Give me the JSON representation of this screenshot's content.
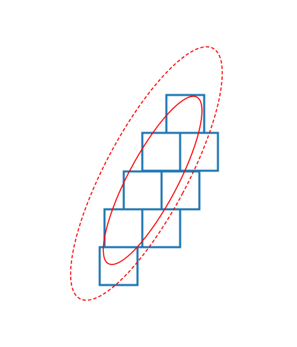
{
  "colors": {
    "background": "#ffffff",
    "cell_stroke": "#1f77b4",
    "ellipse_stroke": "#ff0000"
  },
  "diagram": {
    "cells": [
      {
        "name": "cell-row1-a"
      },
      {
        "name": "cell-row2-a"
      },
      {
        "name": "cell-row2-b"
      },
      {
        "name": "cell-row3-a"
      },
      {
        "name": "cell-row3-b"
      },
      {
        "name": "cell-row4-a"
      },
      {
        "name": "cell-row4-b"
      },
      {
        "name": "cell-row5-a"
      }
    ],
    "ellipses": [
      {
        "name": "inner-ellipse",
        "style": "solid"
      },
      {
        "name": "outer-ellipse",
        "style": "dashed"
      }
    ]
  }
}
